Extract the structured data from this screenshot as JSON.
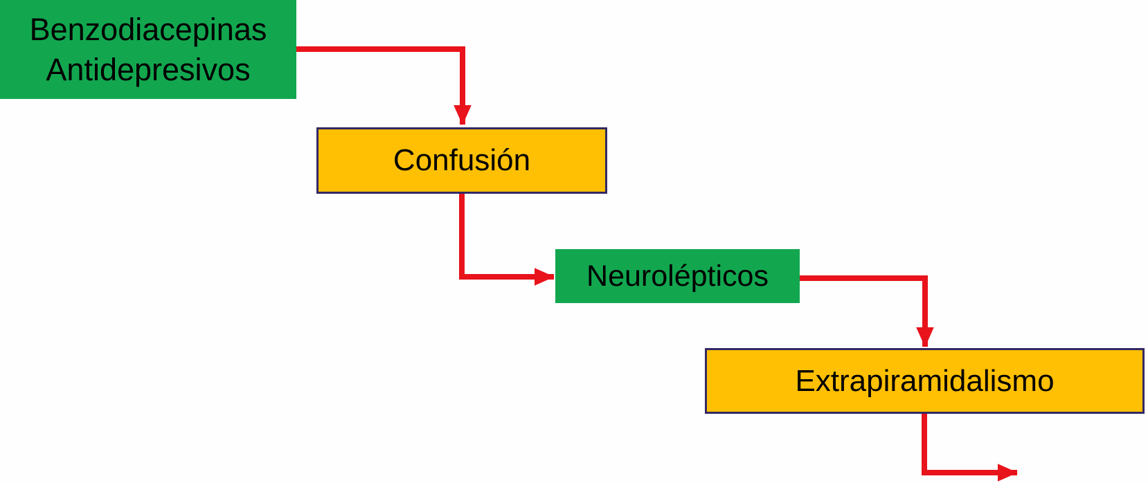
{
  "diagram": {
    "type": "flowchart",
    "title": "",
    "background": "#fefefe",
    "colors": {
      "green": "#12a74f",
      "yellow": "#ffc003",
      "border": "#322963",
      "arrow": "#e8131b",
      "text": "#000000"
    },
    "nodes": [
      {
        "id": "benzodiacepinas-antidepresivos",
        "label_lines": [
          "Benzodiacepinas",
          "Antidepresivos"
        ],
        "fill": "green",
        "border": "none"
      },
      {
        "id": "confusion",
        "label": "Confusión",
        "fill": "yellow",
        "border": "navy"
      },
      {
        "id": "neurolepticos",
        "label": "Neurolépticos",
        "fill": "green",
        "border": "none"
      },
      {
        "id": "extrapiramidalismo",
        "label": "Extrapiramidalismo",
        "fill": "yellow",
        "border": "navy"
      }
    ],
    "edges": [
      {
        "from": "benzodiacepinas-antidepresivos",
        "to": "confusion",
        "style": "red-elbow-arrow"
      },
      {
        "from": "confusion",
        "to": "neurolepticos",
        "style": "red-elbow-arrow"
      },
      {
        "from": "neurolepticos",
        "to": "extrapiramidalismo",
        "style": "red-elbow-arrow"
      },
      {
        "from": "extrapiramidalismo",
        "to": "offscreen-bottom-right",
        "style": "red-elbow-arrow"
      }
    ]
  }
}
